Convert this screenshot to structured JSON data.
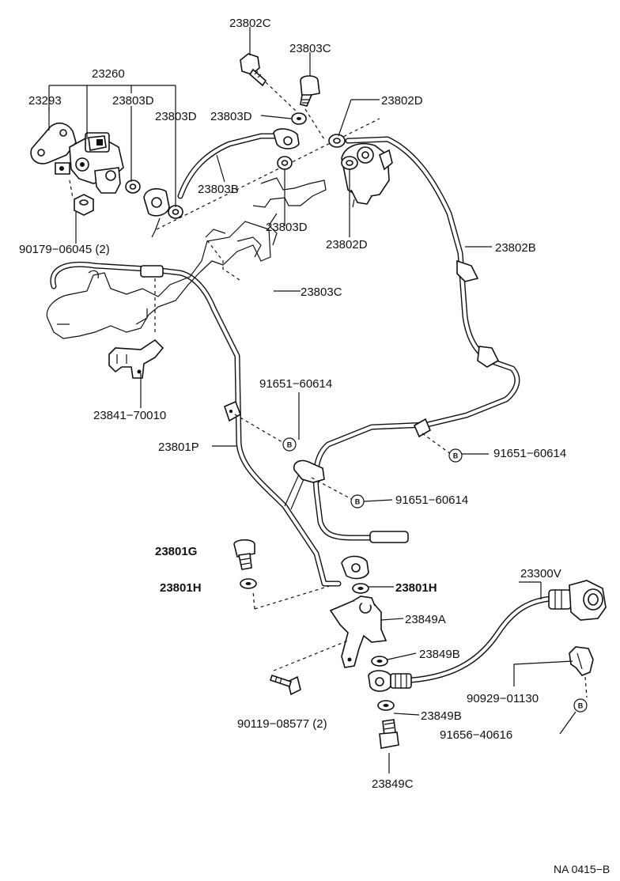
{
  "labels": {
    "p23802C": "23802C",
    "p23803C_top": "23803C",
    "p23260": "23260",
    "p23293": "23293",
    "p23803D_a": "23803D",
    "p23803D_b": "23803D",
    "p23803D_c": "23803D",
    "p23802D_a": "23802D",
    "p23803B": "23803B",
    "p23803D_d": "23803D",
    "p23802D_b": "23802D",
    "p90179": "90179−06045 (2)",
    "p23802B": "23802B",
    "p23803C_mid": "23803C",
    "p91651_a": "91651−60614",
    "p23841": "23841−70010",
    "p23801P": "23801P",
    "p91651_b": "91651−60614",
    "p91651_c": "91651−60614",
    "p23801G": "23801G",
    "p23801H_l": "23801H",
    "p23801H_r": "23801H",
    "p23300V": "23300V",
    "p23849A": "23849A",
    "p23849B_a": "23849B",
    "p90929": "90929−01130",
    "p90119": "90119−08577 (2)",
    "p23849B_b": "23849B",
    "p91656": "91656−40616",
    "p23849C": "23849C"
  },
  "callout_letter": "B",
  "figure_code": "NA 0415−B"
}
